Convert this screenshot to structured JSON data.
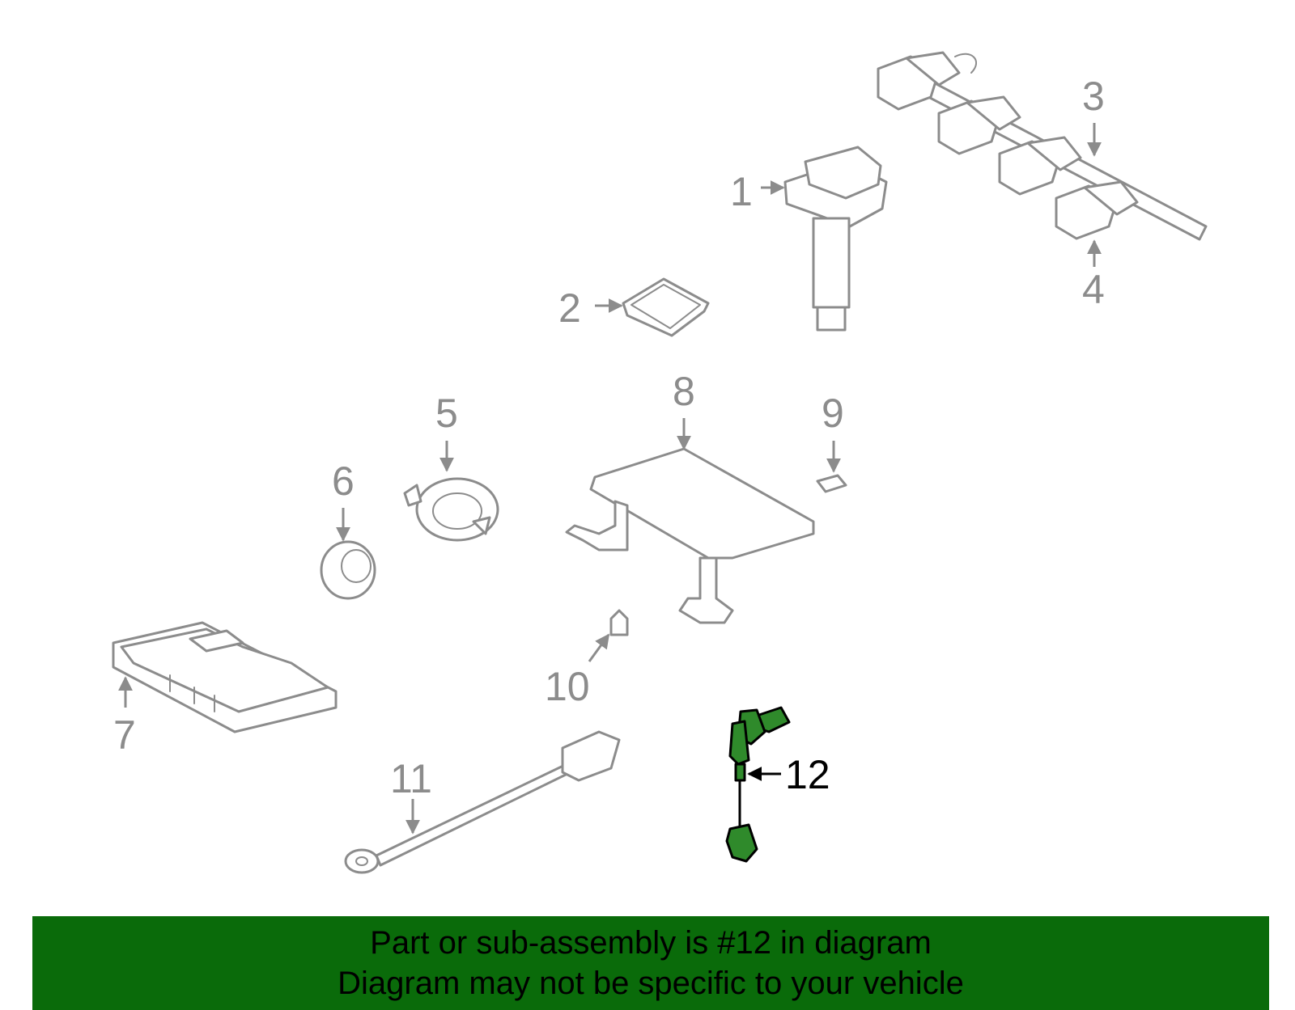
{
  "colors": {
    "outline": "#8c8c8c",
    "highlight_fill": "#2f8a2b",
    "highlight_outline": "#000000",
    "banner_background": "#0a6b0a",
    "banner_text": "#000000",
    "background": "#ffffff"
  },
  "callouts": {
    "c1": "1",
    "c2": "2",
    "c3": "3",
    "c4": "4",
    "c5": "5",
    "c6": "6",
    "c7": "7",
    "c8": "8",
    "c9": "9",
    "c10": "10",
    "c11": "11",
    "c12": "12"
  },
  "highlighted_part": "12",
  "banner": {
    "line1": "Part or sub-assembly is #12 in diagram",
    "line2": "Diagram may not be specific to your vehicle"
  }
}
